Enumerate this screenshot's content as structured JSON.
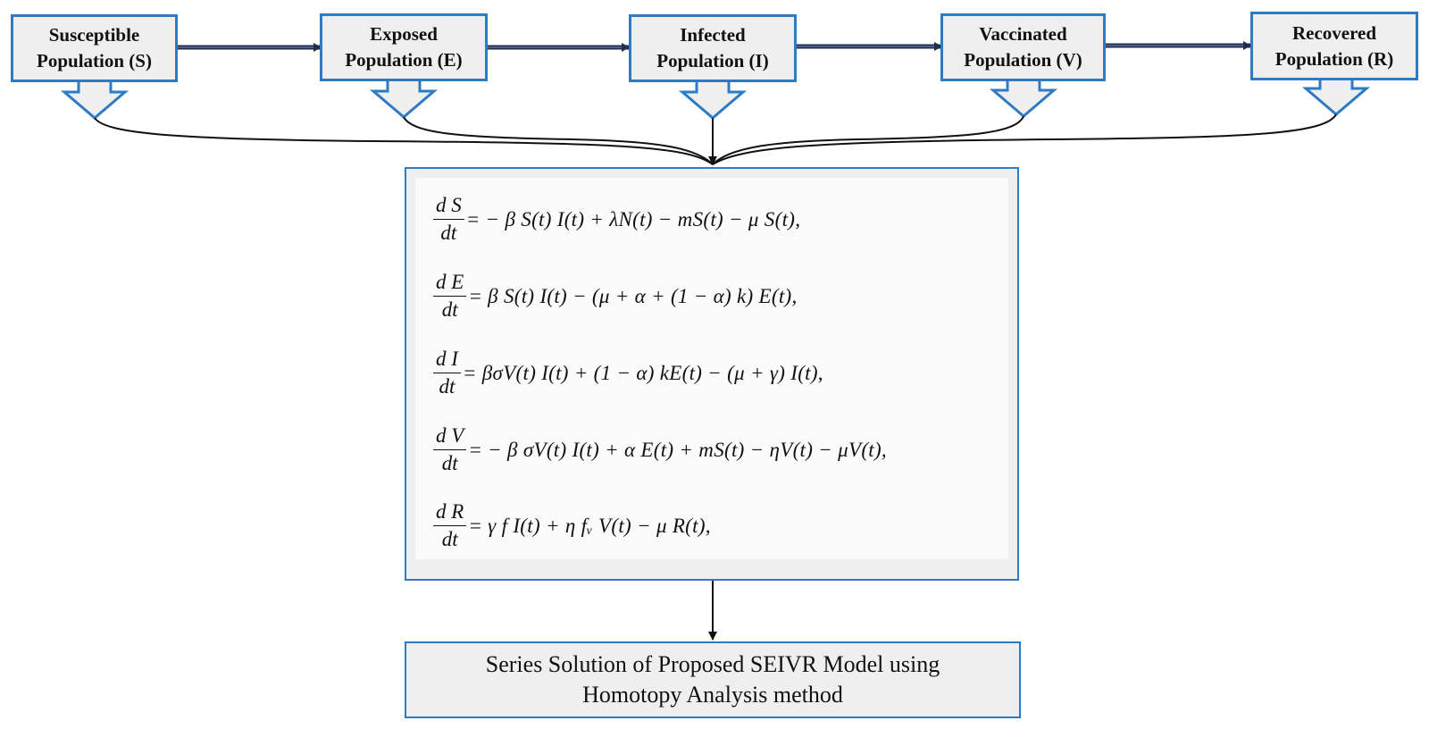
{
  "diagram": {
    "title": "SEIVR Model Flow",
    "nodes": [
      {
        "id": "S",
        "line1": "Susceptible",
        "line2": "Population (S)"
      },
      {
        "id": "E",
        "line1": "Exposed",
        "line2": "Population (E)"
      },
      {
        "id": "I",
        "line1": "Infected",
        "line2": "Population (I)"
      },
      {
        "id": "V",
        "line1": "Vaccinated",
        "line2": "Population (V)"
      },
      {
        "id": "R",
        "line1": "Recovered",
        "line2": "Population (R)"
      }
    ],
    "edges": [
      {
        "from": "S",
        "to": "E"
      },
      {
        "from": "E",
        "to": "I"
      },
      {
        "from": "I",
        "to": "V"
      },
      {
        "from": "V",
        "to": "R"
      },
      {
        "from": "S",
        "to": "equations"
      },
      {
        "from": "E",
        "to": "equations"
      },
      {
        "from": "I",
        "to": "equations"
      },
      {
        "from": "V",
        "to": "equations"
      },
      {
        "from": "R",
        "to": "equations"
      },
      {
        "from": "equations",
        "to": "result"
      }
    ],
    "equations": [
      {
        "num": "d S",
        "den": "dt",
        "rhs": "= − β S(t) I(t) + λN(t) − mS(t) − μ S(t),"
      },
      {
        "num": "d E",
        "den": "dt",
        "rhs": "= β S(t) I(t) − (μ + α + (1 − α) k) E(t),"
      },
      {
        "num": "d I",
        "den": "dt",
        "rhs": "= βσV(t) I(t) + (1 − α) kE(t) − (μ + γ) I(t),"
      },
      {
        "num": "d V",
        "den": "dt",
        "rhs": "= − β σV(t) I(t) + α E(t) + mS(t) − ηV(t) − μV(t),"
      },
      {
        "num": "d R",
        "den": "dt",
        "rhs": "= γ f I(t) + η fᵥ V(t) − μ R(t),"
      }
    ],
    "result": {
      "line1": "Series Solution of Proposed SEIVR Model using",
      "line2": "Homotopy Analysis method"
    },
    "colors": {
      "box_border": "#2e7bc4",
      "box_fill": "#efefef",
      "arrow_dark": "#1f2f4f",
      "connector": "#111111"
    }
  }
}
